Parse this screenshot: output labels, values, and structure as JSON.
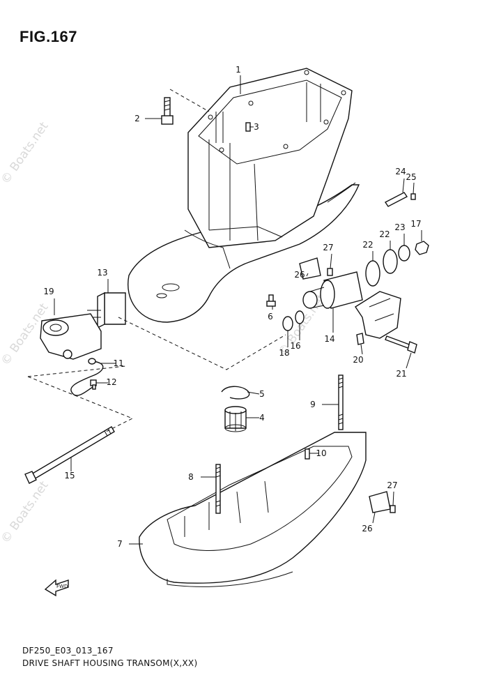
{
  "figure": {
    "title": "FIG.167"
  },
  "footer": {
    "code": "DF250_E03_013_167",
    "description": "DRIVE SHAFT HOUSING TRANSOM(X,XX)"
  },
  "watermark": {
    "text": "© Boats.net",
    "color": "#d9d9d9"
  },
  "callouts": [
    "1",
    "2",
    "3",
    "4",
    "5",
    "6",
    "7",
    "8",
    "9",
    "10",
    "11",
    "12",
    "13",
    "14",
    "15",
    "16",
    "17",
    "18",
    "19",
    "20",
    "21",
    "22",
    "22",
    "23",
    "24",
    "25",
    "26",
    "26",
    "27",
    "27"
  ],
  "direction_arrow": {
    "label": "FWD",
    "icon": "arrow-left-icon"
  }
}
